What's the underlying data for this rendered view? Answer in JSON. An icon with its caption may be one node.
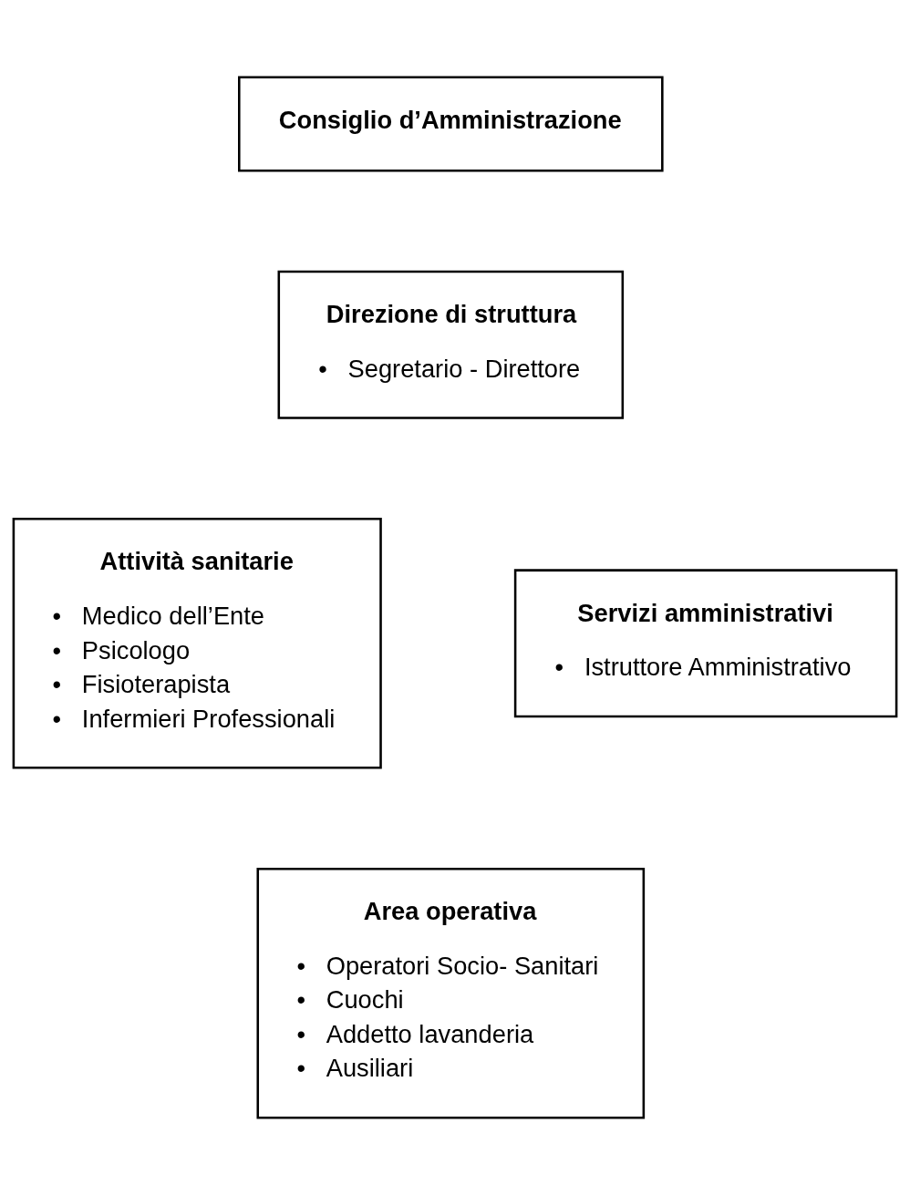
{
  "diagram": {
    "nodes": [
      {
        "text": [
          "Consiglio d’Amministrazione"
        ]
      },
      {
        "text": [
          "Direzione di struttura",
          "•   Segretario - Direttore"
        ]
      },
      {
        "text": [
          "Attività sanitarie",
          "•   Medico dell’Ente",
          "•   Psicologo",
          "•   Fisioterapista",
          "•   Infermieri Professionali"
        ]
      },
      {
        "text": [
          "Servizi amministrativi",
          "•   Istruttore Amministrativo"
        ]
      },
      {
        "text": [
          "Area operativa",
          "•   Operatori Socio- Sanitari",
          "•   Cuochi",
          "•   Addetto lavanderia",
          "•   Ausiliari"
        ]
      }
    ]
  }
}
